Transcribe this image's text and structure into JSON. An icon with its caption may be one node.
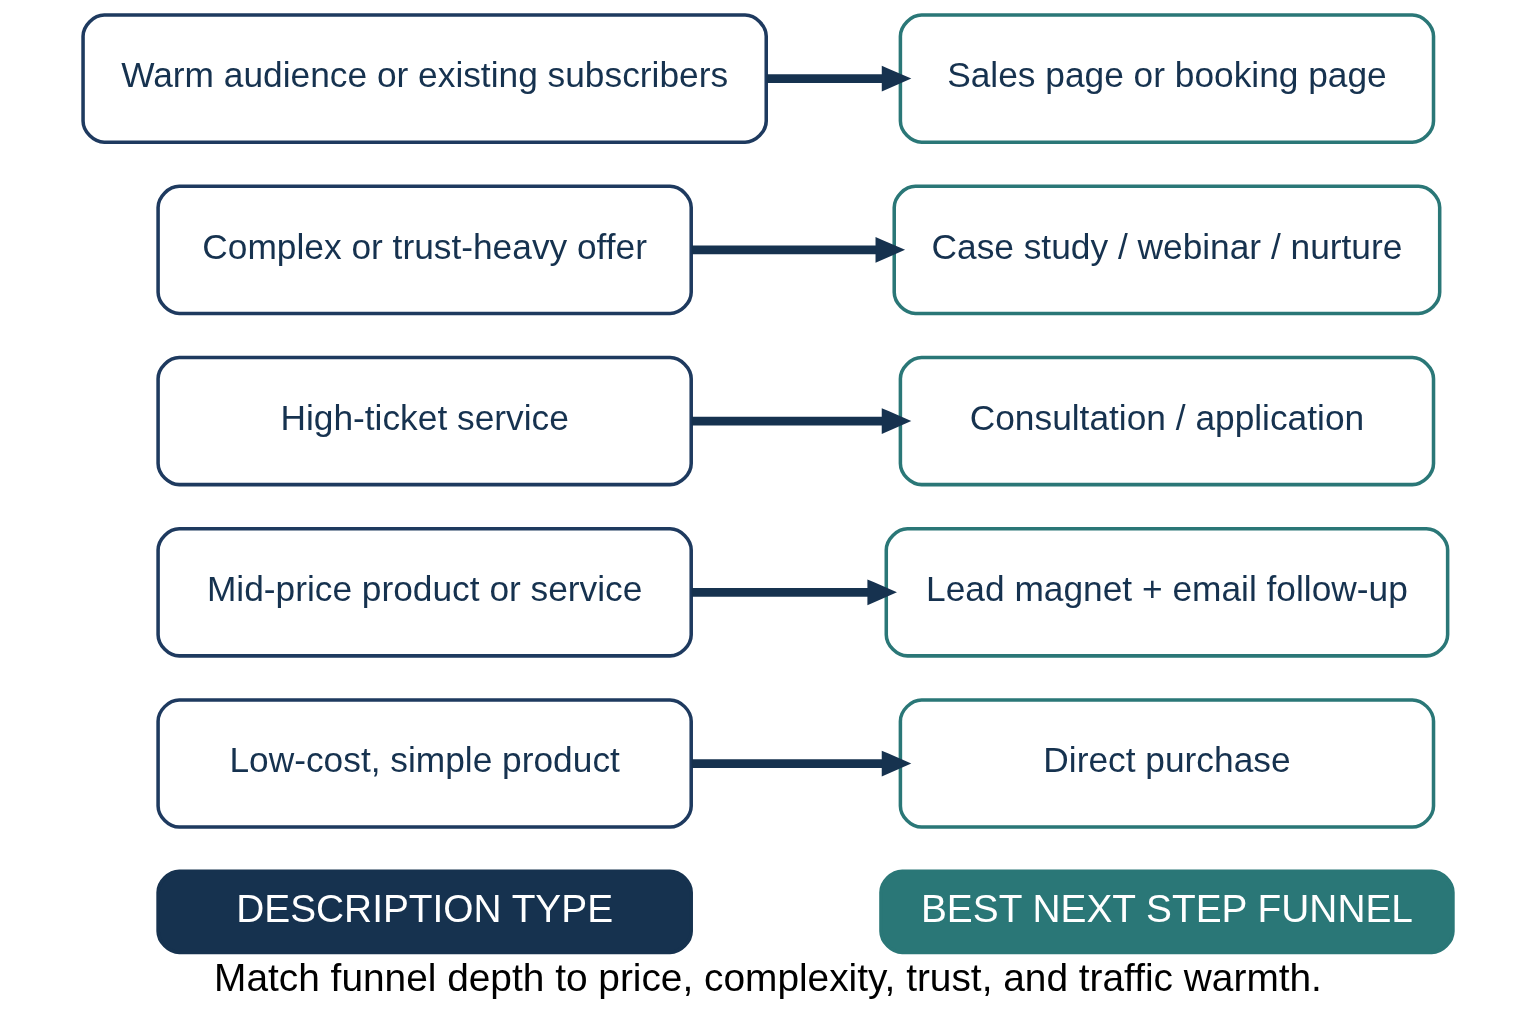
{
  "diagram": {
    "caption": "Match funnel depth to price, complexity, trust, and traffic warmth.",
    "nodes": [
      {
        "text": [
          "DESCRIPTION TYPE"
        ]
      },
      {
        "text": [
          "BEST NEXT STEP FUNNEL"
        ]
      },
      {
        "text": [
          "Low-cost, simple product"
        ]
      },
      {
        "text": [
          "Direct purchase"
        ]
      },
      {
        "text": [
          "Mid-price product or service"
        ]
      },
      {
        "text": [
          "Lead magnet + email follow-up"
        ]
      },
      {
        "text": [
          "High-ticket service"
        ]
      },
      {
        "text": [
          "Consultation / application"
        ]
      },
      {
        "text": [
          "Complex or trust-heavy offer"
        ]
      },
      {
        "text": [
          "Case study / webinar / nurture"
        ]
      },
      {
        "text": [
          "Warm audience or existing subscribers"
        ]
      },
      {
        "text": [
          "Sales page or booking page"
        ]
      }
    ],
    "edges": [
      {
        "from": 2,
        "to": 3,
        "arrow": "to"
      },
      {
        "from": 4,
        "to": 5,
        "arrow": "to"
      },
      {
        "from": 6,
        "to": 7,
        "arrow": "to"
      },
      {
        "from": 8,
        "to": 9,
        "arrow": "to"
      },
      {
        "from": 10,
        "to": 11,
        "arrow": "to"
      }
    ]
  }
}
